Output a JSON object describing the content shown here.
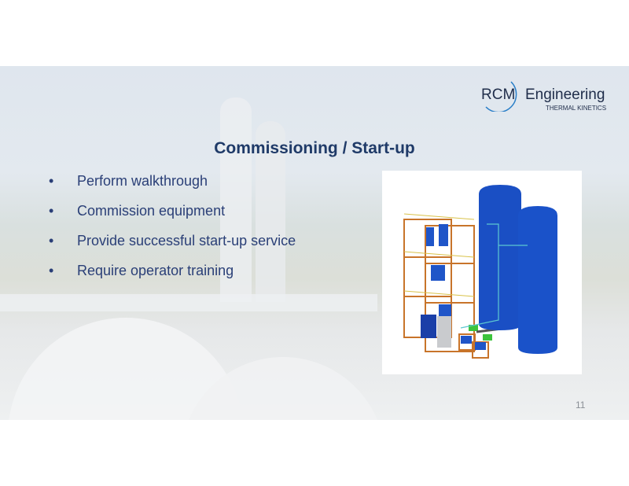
{
  "slide": {
    "title": "Commissioning / Start-up",
    "bullets": [
      "Perform walkthrough",
      "Commission equipment",
      "Provide successful start-up service",
      "Require operator training"
    ],
    "bullet_glyph": "•",
    "logo": {
      "primary": "RCM",
      "secondary": "Engineering",
      "tagline": "Thermal Kinetics"
    },
    "page_number": "11",
    "colors": {
      "title": "#1f3a68",
      "text": "#2a3f77",
      "vessel": "#1a4fc4"
    }
  }
}
